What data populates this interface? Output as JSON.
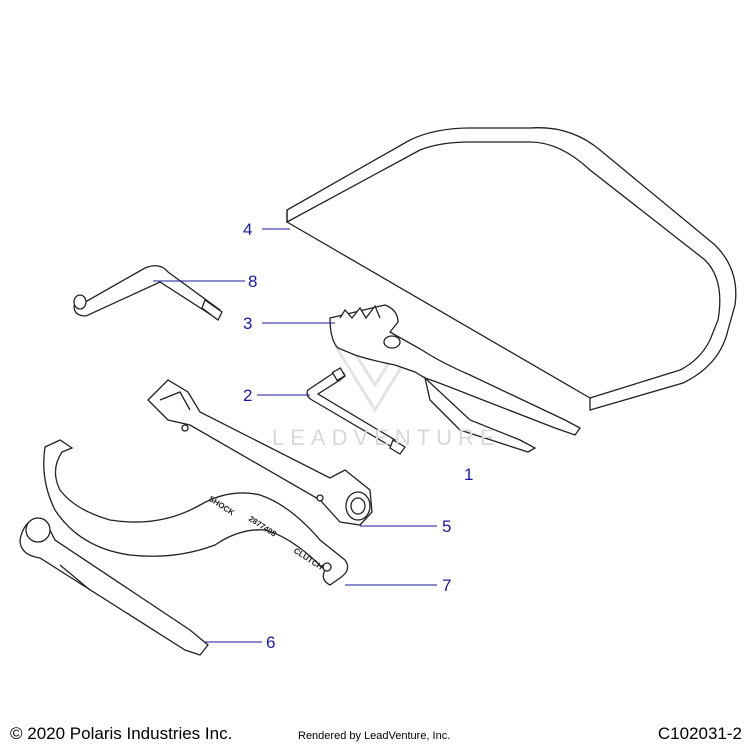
{
  "diagram": {
    "callouts": [
      {
        "id": "c4",
        "label": "4"
      },
      {
        "id": "c8",
        "label": "8"
      },
      {
        "id": "c3",
        "label": "3"
      },
      {
        "id": "c2",
        "label": "2"
      },
      {
        "id": "c1",
        "label": "1"
      },
      {
        "id": "c5",
        "label": "5"
      },
      {
        "id": "c7",
        "label": "7"
      },
      {
        "id": "c6",
        "label": "6"
      }
    ],
    "spanner_text": {
      "shock": "SHOCK",
      "part_no": "2877408",
      "clutch": "CLUTCH"
    },
    "line_color": "#1a1aa0"
  },
  "watermark": {
    "text": "LEADVENTURE"
  },
  "footer": {
    "copyright": "© 2020 Polaris Industries Inc.",
    "rendered_by": "Rendered by LeadVenture, Inc.",
    "diagram_id": "C102031-2"
  }
}
